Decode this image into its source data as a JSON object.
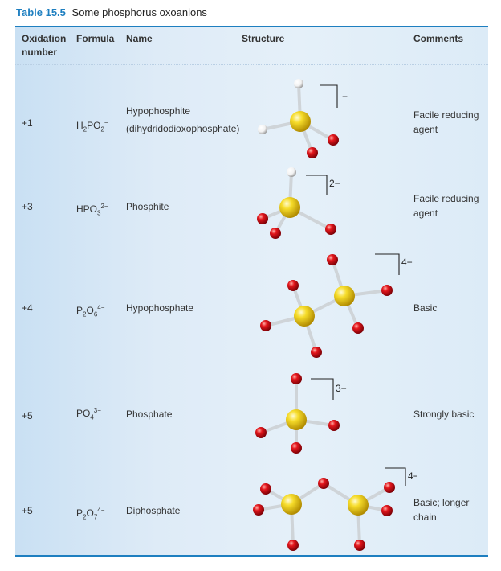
{
  "caption": {
    "number": "Table 15.5",
    "text": "Some phosphorus oxoanions"
  },
  "headers": {
    "oxidation_line1": "Oxidation",
    "oxidation_line2": "number",
    "formula": "Formula",
    "name": "Name",
    "structure": "Structure",
    "comments": "Comments"
  },
  "rows": [
    {
      "oxidation": "+1",
      "formula_main": "H",
      "f_sub1": "2",
      "f_mid": "PO",
      "f_sub2": "2",
      "f_sup": "−",
      "name": "Hypophosphite",
      "name2": "(dihydridodioxophosphate)",
      "charge": "−",
      "comment": "Facile reducing",
      "comment2": "agent"
    },
    {
      "oxidation": "+3",
      "formula_main": "HPO",
      "f_sub1": "3",
      "f_sup": "2−",
      "name": "Phosphite",
      "charge": "2−",
      "comment": "Facile reducing",
      "comment2": "agent"
    },
    {
      "oxidation": "+4",
      "formula_main": "P",
      "f_sub1": "2",
      "f_mid": "O",
      "f_sub2": "6",
      "f_sup": "4−",
      "name": "Hypophosphate",
      "charge": "4−",
      "comment": "Basic"
    },
    {
      "oxidation": "+5",
      "formula_main": "PO",
      "f_sub1": "4",
      "f_sup": "3−",
      "name": "Phosphate",
      "charge": "3−",
      "comment": "Strongly basic"
    },
    {
      "oxidation": "+5",
      "formula_main": "P",
      "f_sub1": "2",
      "f_mid": "O",
      "f_sub2": "7",
      "f_sup": "4−",
      "name": "Diphosphate",
      "charge": "4−",
      "comment": "Basic; longer",
      "comment2": "chain"
    }
  ],
  "colors": {
    "accent": "#1e7fc0",
    "phosphorus": "#f2d21a",
    "oxygen": "#e0161c",
    "hydrogen": "#ffffff"
  }
}
